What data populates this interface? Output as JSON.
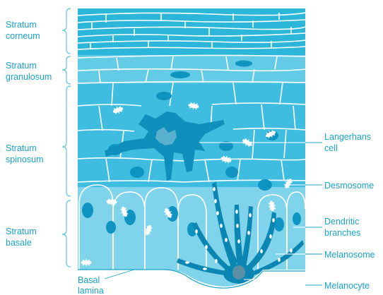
{
  "colors": {
    "corneum": "#2bb6da",
    "granulosum": "#63cbe6",
    "spinosum": "#3fbde0",
    "basale": "#7fd4ec",
    "nucleus": "#0f93c0",
    "langerhans": "#0e8fbc",
    "melanocyte": "#0b86b2",
    "label": "#1aa3c9",
    "line": "#ffffff"
  },
  "layers": {
    "corneum": "Stratum corneum",
    "granulosum": "Stratum granulosum",
    "spinosum": "Stratum spinosum",
    "basale": "Stratum basale"
  },
  "left_labels": {
    "corneum": [
      "Stratum",
      "corneum"
    ],
    "granulosum": [
      "Stratum",
      "granulosum"
    ],
    "spinosum": [
      "Stratum",
      "spinosum"
    ],
    "basale": [
      "Stratum",
      "basale"
    ],
    "basal_lamina": [
      "Basal",
      "lamina"
    ]
  },
  "right_labels": {
    "langerhans": [
      "Langerhans",
      "cell"
    ],
    "desmosome": [
      "Desmosome"
    ],
    "dendritic": [
      "Dendritic",
      "branches"
    ],
    "melanosome": [
      "Melanosome"
    ],
    "melanocyte": [
      "Melanocyte"
    ]
  }
}
